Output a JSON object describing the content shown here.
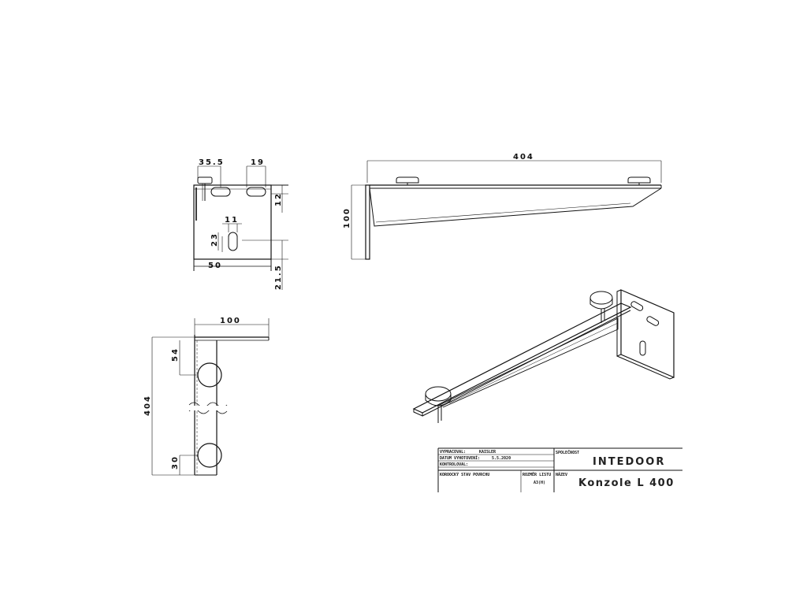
{
  "dimensions": {
    "front_35_5": "35.5",
    "front_19": "19",
    "front_12": "12",
    "front_11": "11",
    "front_23": "23",
    "front_50": "50",
    "front_21_5": "21.5",
    "side_404": "404",
    "side_100": "100",
    "top_100": "100",
    "top_404": "404",
    "top_54": "54",
    "top_30": "30"
  },
  "title_block": {
    "drawn_by_label": "VYPRACOVAL:",
    "drawn_by_value": "KAISLER",
    "date_label": "DATUM VYHOTOVENÍ:",
    "date_value": "5.5.2020",
    "checked_label": "KONTROLOVAL:",
    "surface_label": "KOROOCKÝ STAV POVRCHU",
    "sheet_size_label": "ROZMĚR LISTU",
    "sheet_size_value": "A3(H)",
    "company_label": "SPOLEČNOST",
    "company_value": "INTEDOOR",
    "name_label": "NÁZEV",
    "name_value": "Konzole L 400"
  }
}
